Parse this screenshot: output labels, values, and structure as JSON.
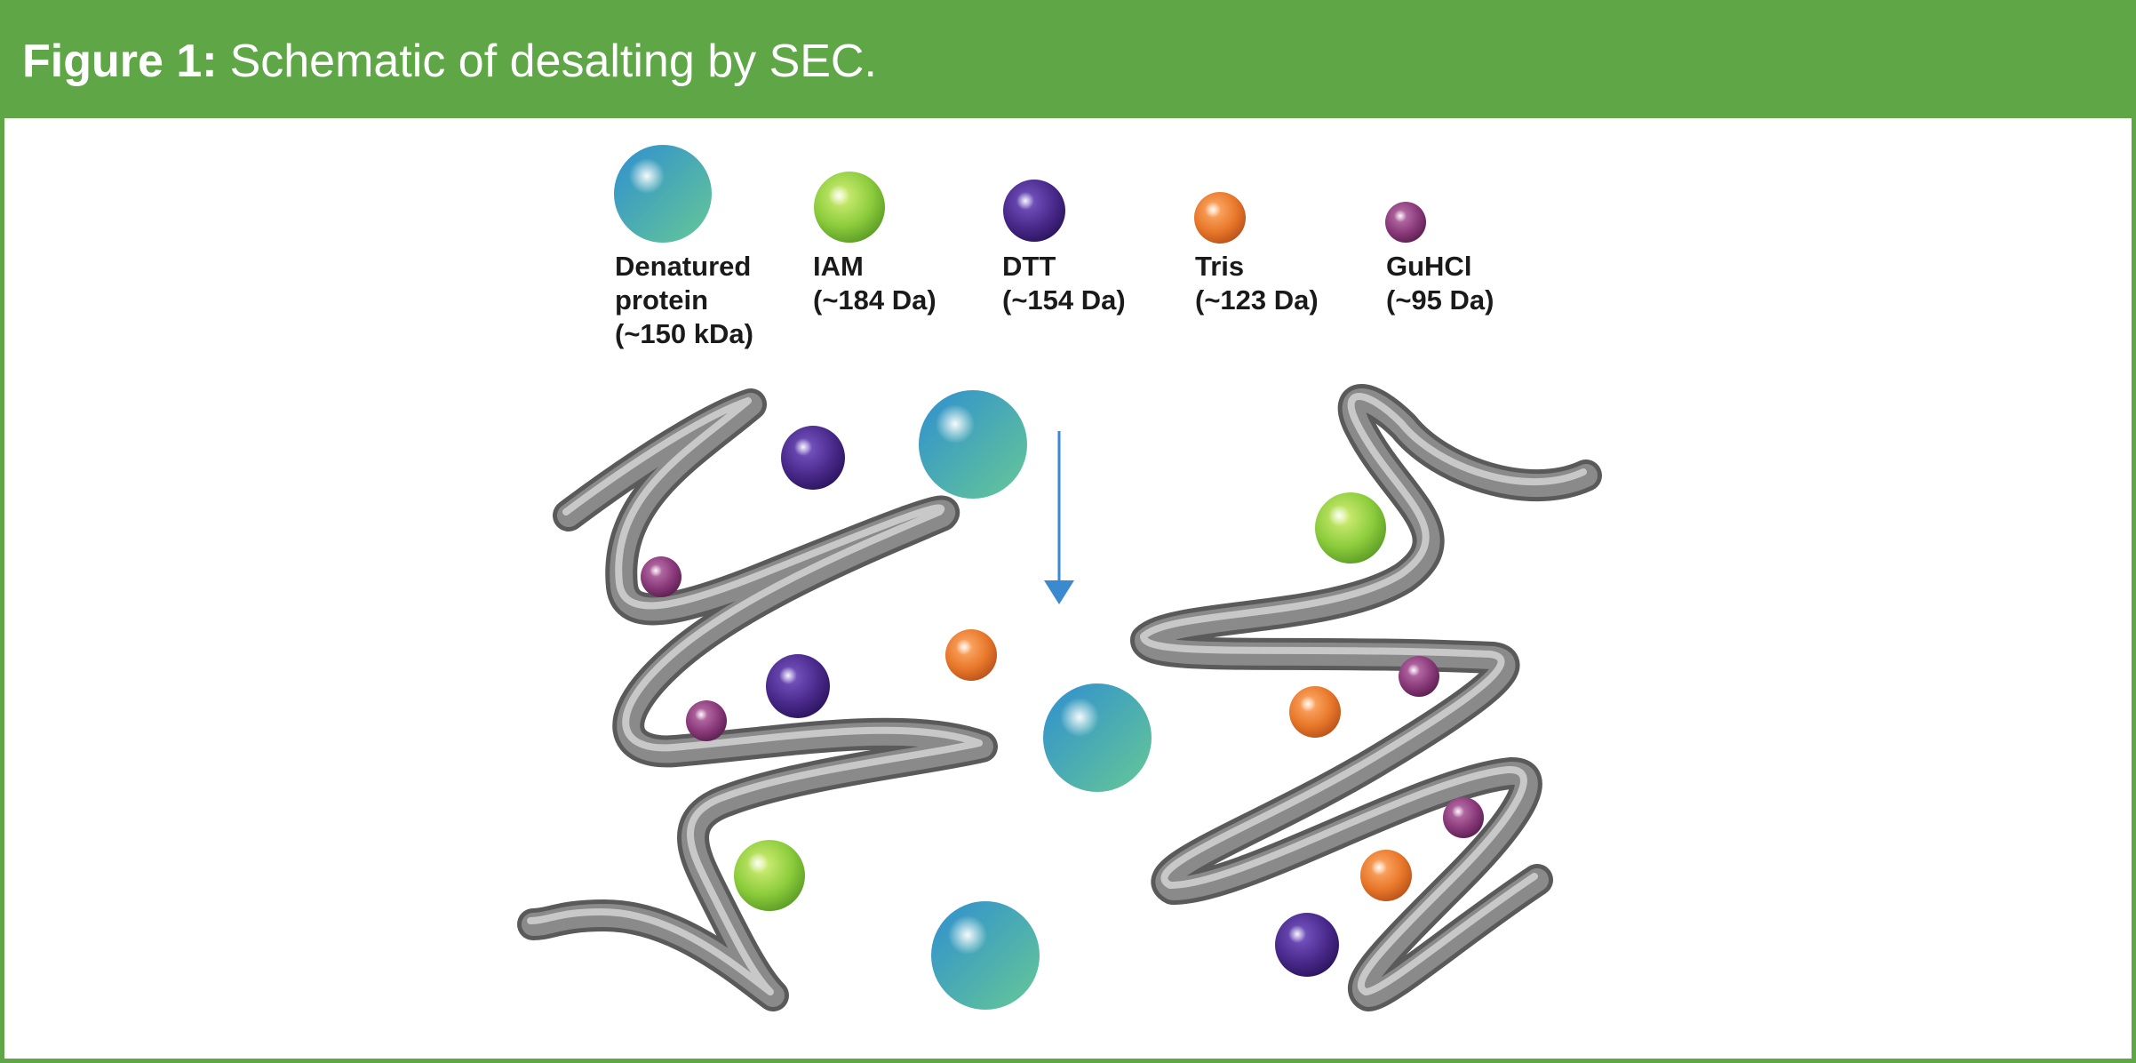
{
  "figure": {
    "label": "Figure 1:",
    "caption": "Schematic of desalting by SEC."
  },
  "legend": [
    {
      "name": "Denatured",
      "name2": "protein",
      "mass": "(~150 kDa)",
      "color": "#4aa7c8"
    },
    {
      "name": "IAM",
      "mass": "(~184 Da)",
      "color": "#8ccc3c"
    },
    {
      "name": "DTT",
      "mass": "(~154 Da)",
      "color": "#4a2a8c"
    },
    {
      "name": "Tris",
      "mass": "(~123 Da)",
      "color": "#e8782a"
    },
    {
      "name": "GuHCl",
      "mass": "(~95 Da)",
      "color": "#8a3a7a"
    }
  ],
  "colors": {
    "frame": "#5ea646",
    "bead_strand": "#8a8a8a",
    "flow_arrow": "#3a8ad0"
  },
  "icons": {
    "flow_arrow": "arrow-down-icon"
  }
}
